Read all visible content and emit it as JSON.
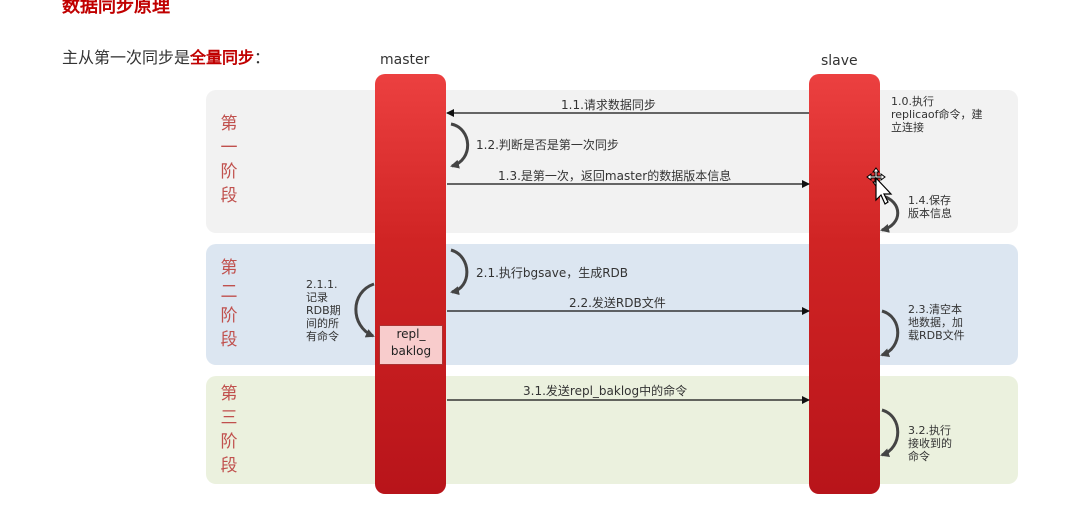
{
  "top_title": "数据同步原理",
  "intro": {
    "prefix": "主从第一次同步是",
    "bold": "全量同步",
    "suffix": "："
  },
  "lanes": {
    "master": "master",
    "slave": "slave"
  },
  "phases": [
    {
      "chars": [
        "第",
        "一",
        "阶",
        "段"
      ]
    },
    {
      "chars": [
        "第",
        "二",
        "阶",
        "段"
      ]
    },
    {
      "chars": [
        "第",
        "三",
        "阶",
        "段"
      ]
    }
  ],
  "messages": {
    "m1_1": "1.1.请求数据同步",
    "m1_2": "1.2.判断是否是第一次同步",
    "m1_3": "1.3.是第一次，返回master的数据版本信息",
    "m2_1": "2.1.执行bgsave，生成RDB",
    "m2_2": "2.2.发送RDB文件",
    "m3_1": "3.1.发送repl_baklog中的命令"
  },
  "notes": {
    "n1_0": [
      "1.0.执行",
      "replicaof命令，建",
      "立连接"
    ],
    "n1_4": [
      "1.4.保存",
      "版本信息"
    ],
    "n2_1_1": [
      "2.1.1.",
      "记录",
      "RDB期",
      "间的所",
      "有命令"
    ],
    "n2_3": [
      "2.3.清空本",
      "地数据，加",
      "载RDB文件"
    ],
    "n3_2": [
      "3.2.执行",
      "接收到的",
      "命令"
    ]
  },
  "repl_box": [
    "repl_",
    "baklog"
  ],
  "colors": {
    "accent": "#c00000",
    "phase_text": "#c0504d",
    "bar": "#d02424",
    "p1": "#f2f2f2",
    "p2": "#dce6f1",
    "p3": "#ebf1de"
  }
}
